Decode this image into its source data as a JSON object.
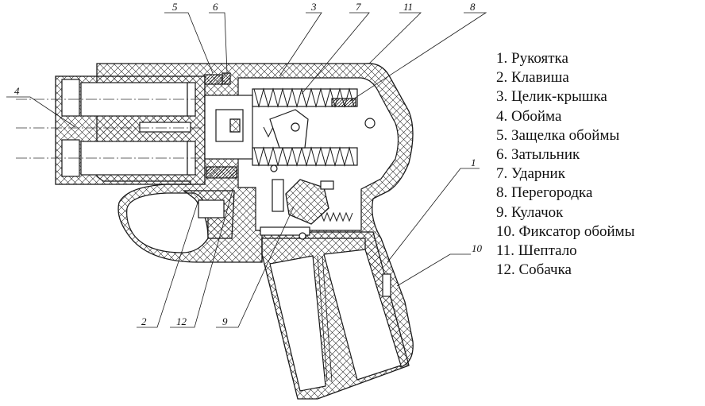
{
  "callouts": [
    {
      "num": "1"
    },
    {
      "num": "2"
    },
    {
      "num": "3"
    },
    {
      "num": "4"
    },
    {
      "num": "5"
    },
    {
      "num": "6"
    },
    {
      "num": "7"
    },
    {
      "num": "8"
    },
    {
      "num": "9"
    },
    {
      "num": "10"
    },
    {
      "num": "11"
    },
    {
      "num": "12"
    }
  ],
  "legend": [
    "1. Рукоятка",
    "2. Клавиша",
    "3. Целик-крышка",
    "4. Обойма",
    "5. Защелка обоймы",
    "6. Затыльник",
    "7. Ударник",
    "8. Перегородка",
    "9. Кулачок",
    "10. Фиксатор обоймы",
    "11. Шептало",
    "12. Собачка"
  ]
}
